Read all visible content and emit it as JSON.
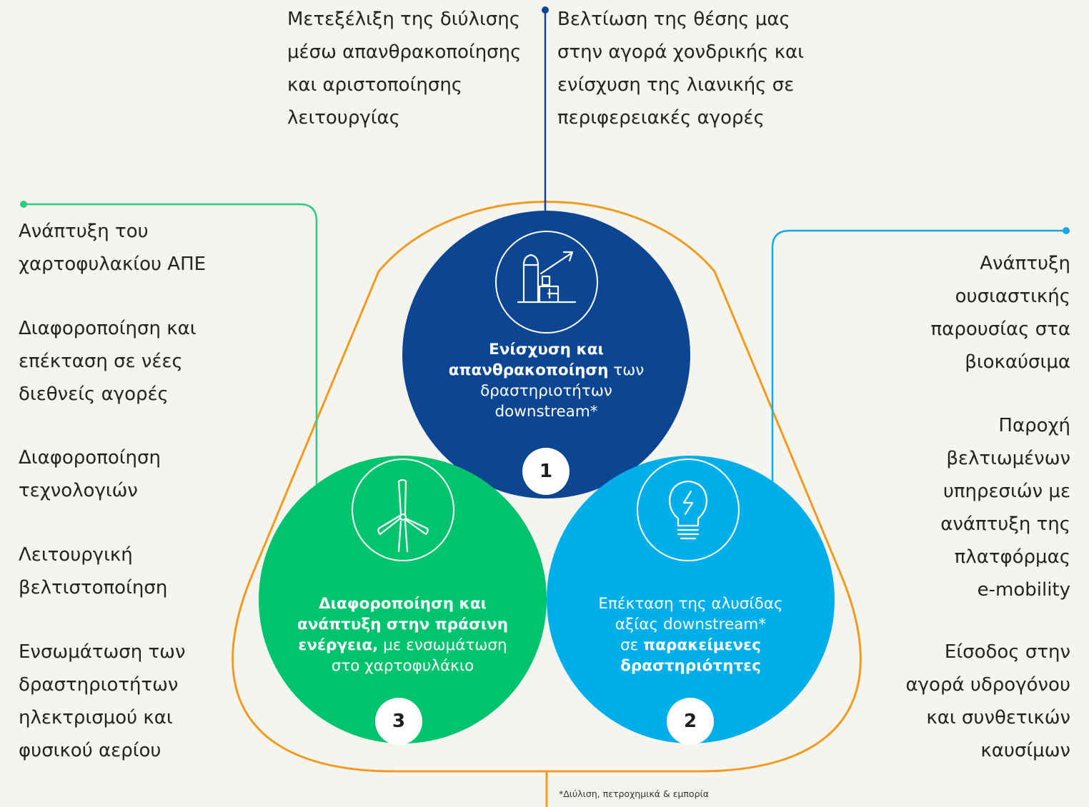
{
  "top_left": {
    "lines": [
      "Μετεξέλιξη της διύλισης",
      "μέσω απανθρακοποίησης",
      "και αριστοποίησης",
      "λειτουργίας"
    ]
  },
  "top_right": {
    "lines": [
      "Βελτίωση της θέσης μας",
      "στην αγορά χονδρικής και",
      "ενίσχυση της λιανικής σε",
      "περιφερειακές αγορές"
    ]
  },
  "left_column": {
    "items": [
      [
        "Ανάπτυξη του",
        "χαρτοφυλακίου ΑΠΕ"
      ],
      [
        "Διαφοροποίηση και",
        "επέκταση σε νέες",
        "διεθνείς αγορές"
      ],
      [
        "Διαφοροποίηση",
        "τεχνολογιών"
      ],
      [
        "Λειτουργική",
        "βελτιστοποίηση"
      ],
      [
        "Ενσωμάτωση των",
        "δραστηριοτήτων",
        "ηλεκτρισμού και",
        "φυσικού αερίου"
      ]
    ]
  },
  "right_column": {
    "items": [
      [
        "Ανάπτυξη",
        "ουσιαστικής",
        "παρουσίας στα",
        "βιοκαύσιμα"
      ],
      [
        "Παροχή",
        "βελτιωμένων",
        "υπηρεσιών με",
        "ανάπτυξη της",
        "πλατφόρμας",
        "e-mobility"
      ],
      [
        "Είσοδος στην",
        "αγορά υδρογόνου",
        "και συνθετικών",
        "καυσίμων"
      ]
    ]
  },
  "pillars": [
    {
      "number": "1",
      "icon": "refinery-growth-icon",
      "color": "#0c4591",
      "bold1": "Ενίσχυση και",
      "bold2": "απανθρακοποίηση",
      "rest2": " των",
      "line3": "δραστηριοτήτων",
      "line4": "downstream*"
    },
    {
      "number": "2",
      "icon": "lightbulb-bolt-icon",
      "color": "#00aeea",
      "line1": "Επέκταση της αλυσίδας",
      "line2": "αξίας downstream*",
      "line3a": "σε ",
      "line3b": "παρακείμενες",
      "line4": "δραστηριότητες"
    },
    {
      "number": "3",
      "icon": "wind-turbine-icon",
      "color": "#00c36e",
      "bold1": "Διαφοροποίηση και",
      "bold2": "ανάπτυξη στην πράσινη",
      "bold3": "ενέργεια,",
      "rest3": " με ενσωμάτωση",
      "line4": "στο χαρτοφυλάκιο"
    }
  ],
  "colors": {
    "background": "#f5f4ef",
    "outline": "#f09a1e",
    "green_line": "#2ecb83",
    "blue_line": "#1aa7e0",
    "navy_line": "#0c4591"
  },
  "footnote": "*Διύλιση, πετροχημικά & εμπορία"
}
